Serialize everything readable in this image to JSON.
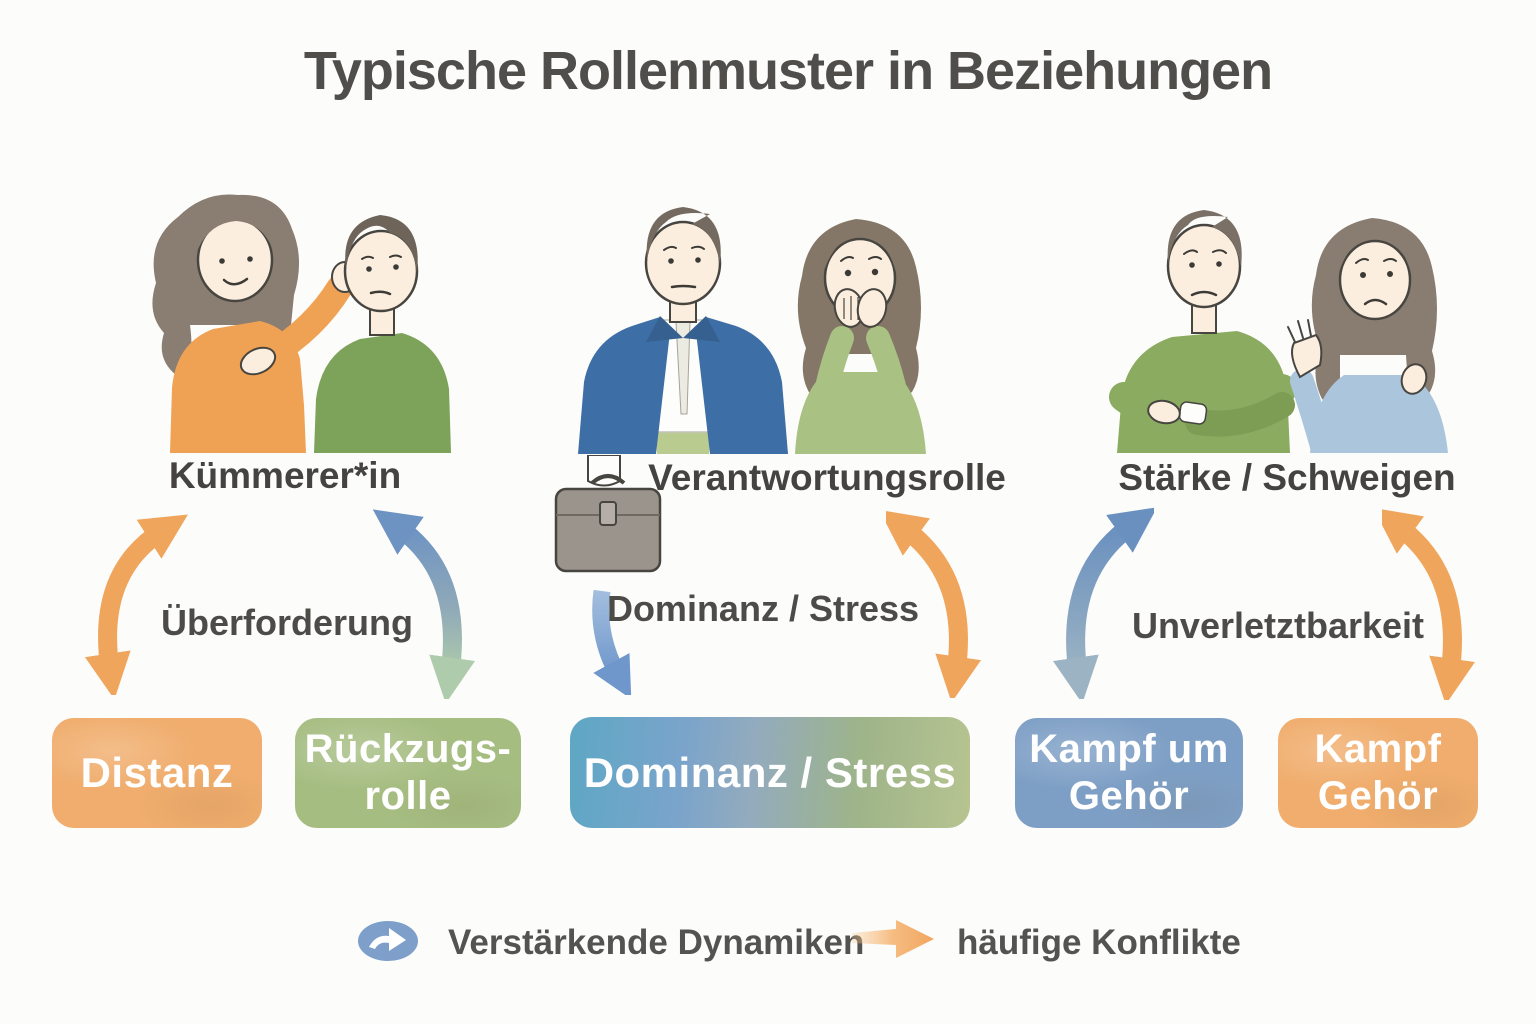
{
  "title": "Typische Rollenmuster in Beziehungen",
  "pairs": [
    {
      "label": "Kümmerer*in"
    },
    {
      "label": "Verantwortungsrolle"
    },
    {
      "label": "Stärke / Schweigen"
    }
  ],
  "dynamics": [
    {
      "label": "Überforderung"
    },
    {
      "label_line1": "Dominanz",
      "label_line2": "/ Stress"
    },
    {
      "label": "Unverletztbarkeit"
    }
  ],
  "outcome_boxes": [
    {
      "line1": "Distanz",
      "line2": "",
      "color": "#f0ad6d"
    },
    {
      "line1": "Rückzugs-",
      "line2": "rolle",
      "color": "#a6bd82"
    },
    {
      "line1": "Dominanz / Stress",
      "line2": "",
      "color": "blue-green-gradient"
    },
    {
      "line1": "Kampf um",
      "line2": "Gehör",
      "color": "#7e9fc5"
    },
    {
      "line1": "Kampf",
      "line2": "Gehör",
      "color": "#f0b26e"
    }
  ],
  "legend": {
    "reinforcing_label": "Verstärkende Dynamiken",
    "conflict_label": "häufige Konflikte"
  },
  "icons": {
    "reinforcing": "curved-arrow-right-in-blue-ellipse",
    "conflict": "orange-right-arrow"
  },
  "colors": {
    "reinforcing_arrow_blue": "#7d9fc9",
    "conflict_arrow_orange": "#f0a55c",
    "blue_green_arrow_top": "#6d93c3",
    "blue_green_arrow_bottom": "#aecbab",
    "text_dark": "#4a4a46",
    "box_text": "#ffffff"
  }
}
